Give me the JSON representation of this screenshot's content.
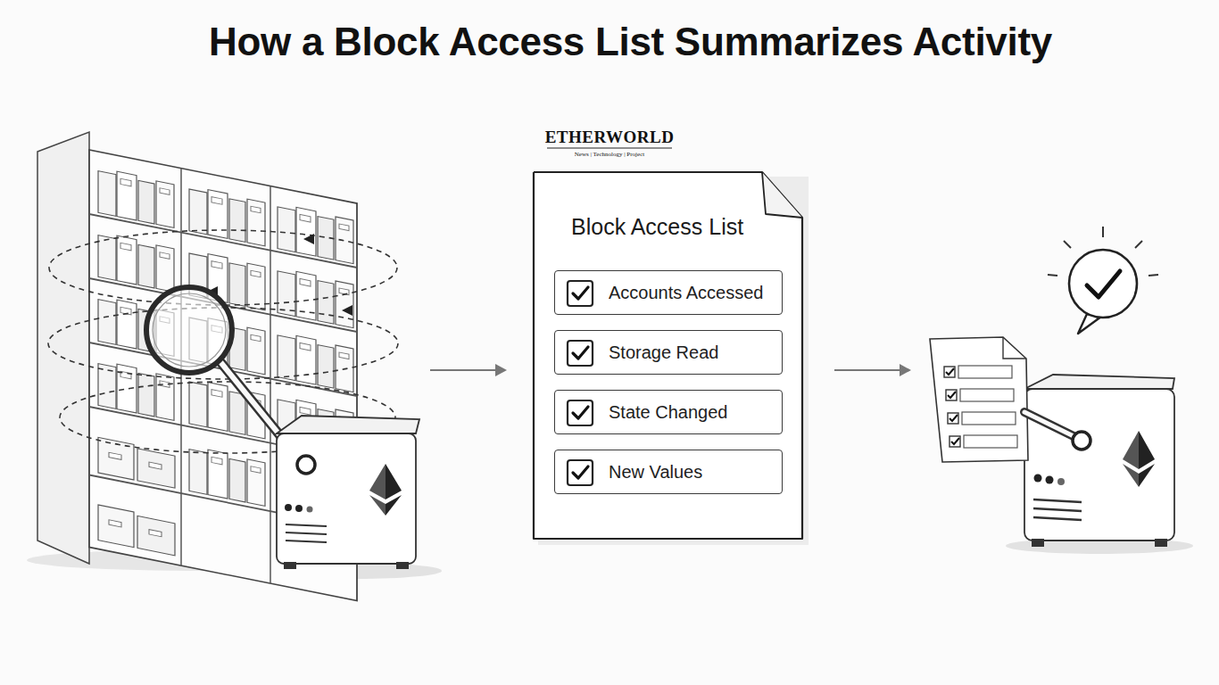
{
  "diagram": {
    "title": "How a Block Access List Summarizes Activity",
    "nodes": [
      {
        "text": [
          "Block Access List"
        ]
      },
      {
        "text": [
          "Accounts Accessed"
        ],
        "in": 0
      },
      {
        "text": [
          "Storage Read"
        ],
        "in": 0
      },
      {
        "text": [
          "State Changed"
        ],
        "in": 0
      },
      {
        "text": [
          "New Values"
        ],
        "in": 0
      }
    ],
    "labels": [
      "ETHERWORLD",
      "News | Technology | Project"
    ]
  }
}
